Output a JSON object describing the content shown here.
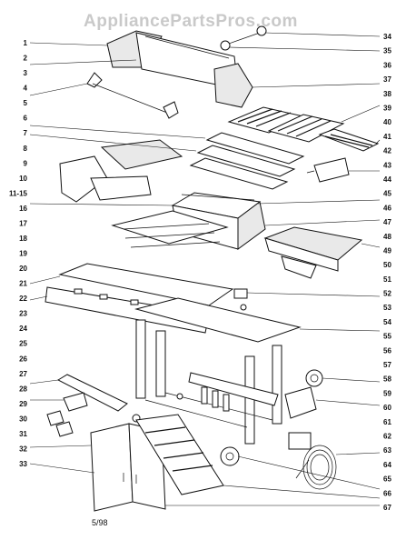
{
  "watermark": "AppliancePartsPros.com",
  "date_code": "5/98",
  "callouts_left": [
    "1",
    "2",
    "3",
    "4",
    "5",
    "6",
    "7",
    "8",
    "9",
    "10",
    "11-15",
    "16",
    "17",
    "18",
    "19",
    "20",
    "21",
    "22",
    "23",
    "24",
    "25",
    "26",
    "27",
    "28",
    "29",
    "30",
    "31",
    "32",
    "33"
  ],
  "callouts_right": [
    "34",
    "35",
    "36",
    "37",
    "38",
    "39",
    "40",
    "41",
    "42",
    "43",
    "44",
    "45",
    "46",
    "47",
    "48",
    "49",
    "50",
    "51",
    "52",
    "53",
    "54",
    "55",
    "56",
    "57",
    "58",
    "59",
    "60",
    "61",
    "62",
    "63",
    "64",
    "65",
    "66",
    "67"
  ]
}
